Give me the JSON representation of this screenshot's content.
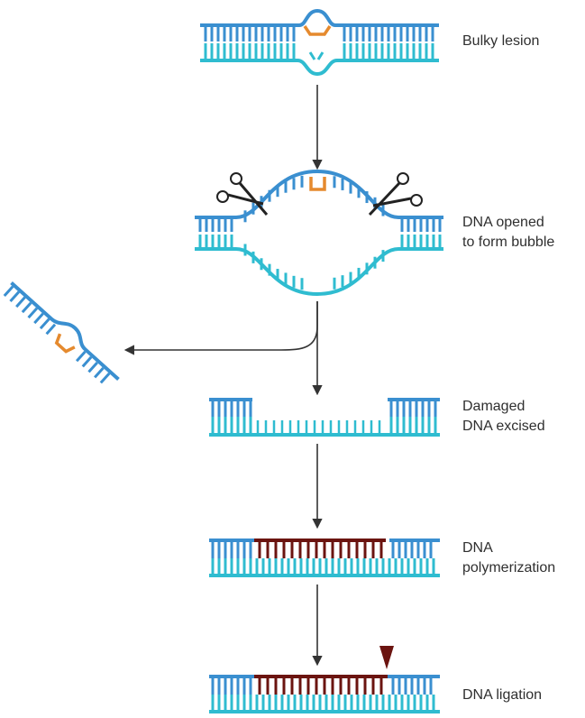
{
  "steps": [
    {
      "id": "bulky-lesion",
      "lines": [
        "Bulky lesion"
      ]
    },
    {
      "id": "dna-opened",
      "lines": [
        "DNA opened",
        "to form bubble"
      ]
    },
    {
      "id": "damaged-excised",
      "lines": [
        "Damaged",
        "DNA excised"
      ]
    },
    {
      "id": "polymerization",
      "lines": [
        "DNA",
        "polymerization"
      ]
    },
    {
      "id": "ligation",
      "lines": [
        "DNA ligation"
      ]
    }
  ],
  "colors": {
    "top_strand": "#3a8fd0",
    "bottom_strand": "#2fbcd0",
    "lesion": "#e58a2e",
    "new_strand": "#6b1410",
    "arrow": "#333333",
    "text": "#2f2f2f"
  }
}
